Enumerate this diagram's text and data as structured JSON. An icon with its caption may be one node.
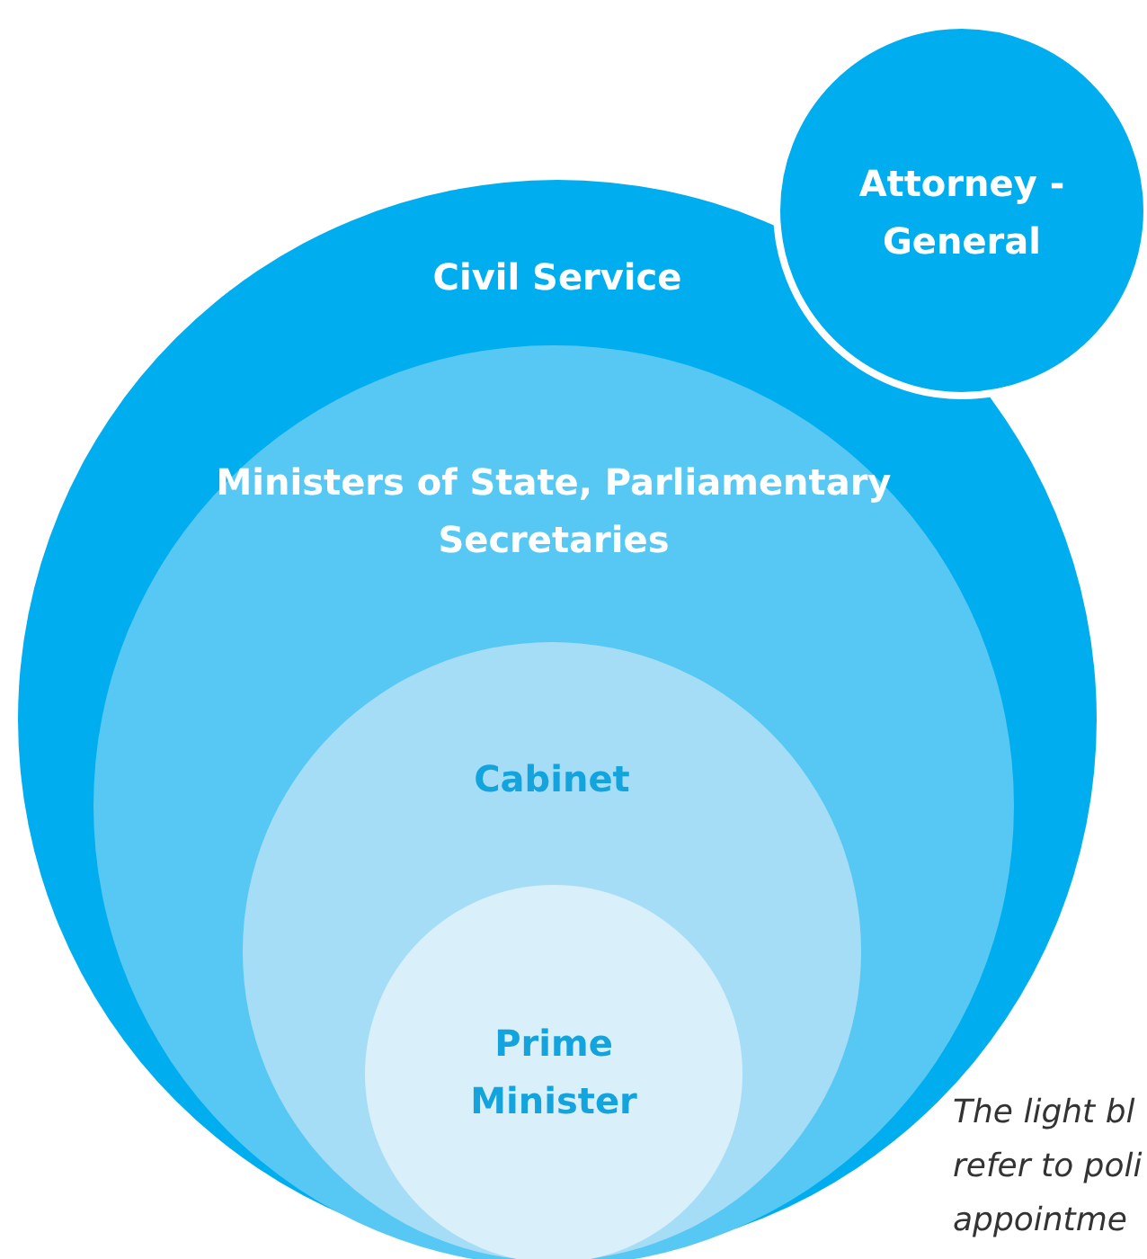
{
  "diagram": {
    "nodes": [
      {
        "text": [
          "Civil Service"
        ]
      },
      {
        "text": [
          "Ministers of State, Parliamentary Secretaries"
        ],
        "in": 0
      },
      {
        "text": [
          "Cabinet"
        ],
        "in": 1
      },
      {
        "text": [
          "Prime Minister"
        ],
        "in": 2
      },
      {
        "text": [
          "Attorney - General"
        ]
      }
    ],
    "labels": [
      "The light bl refer to poli appointme"
    ]
  }
}
